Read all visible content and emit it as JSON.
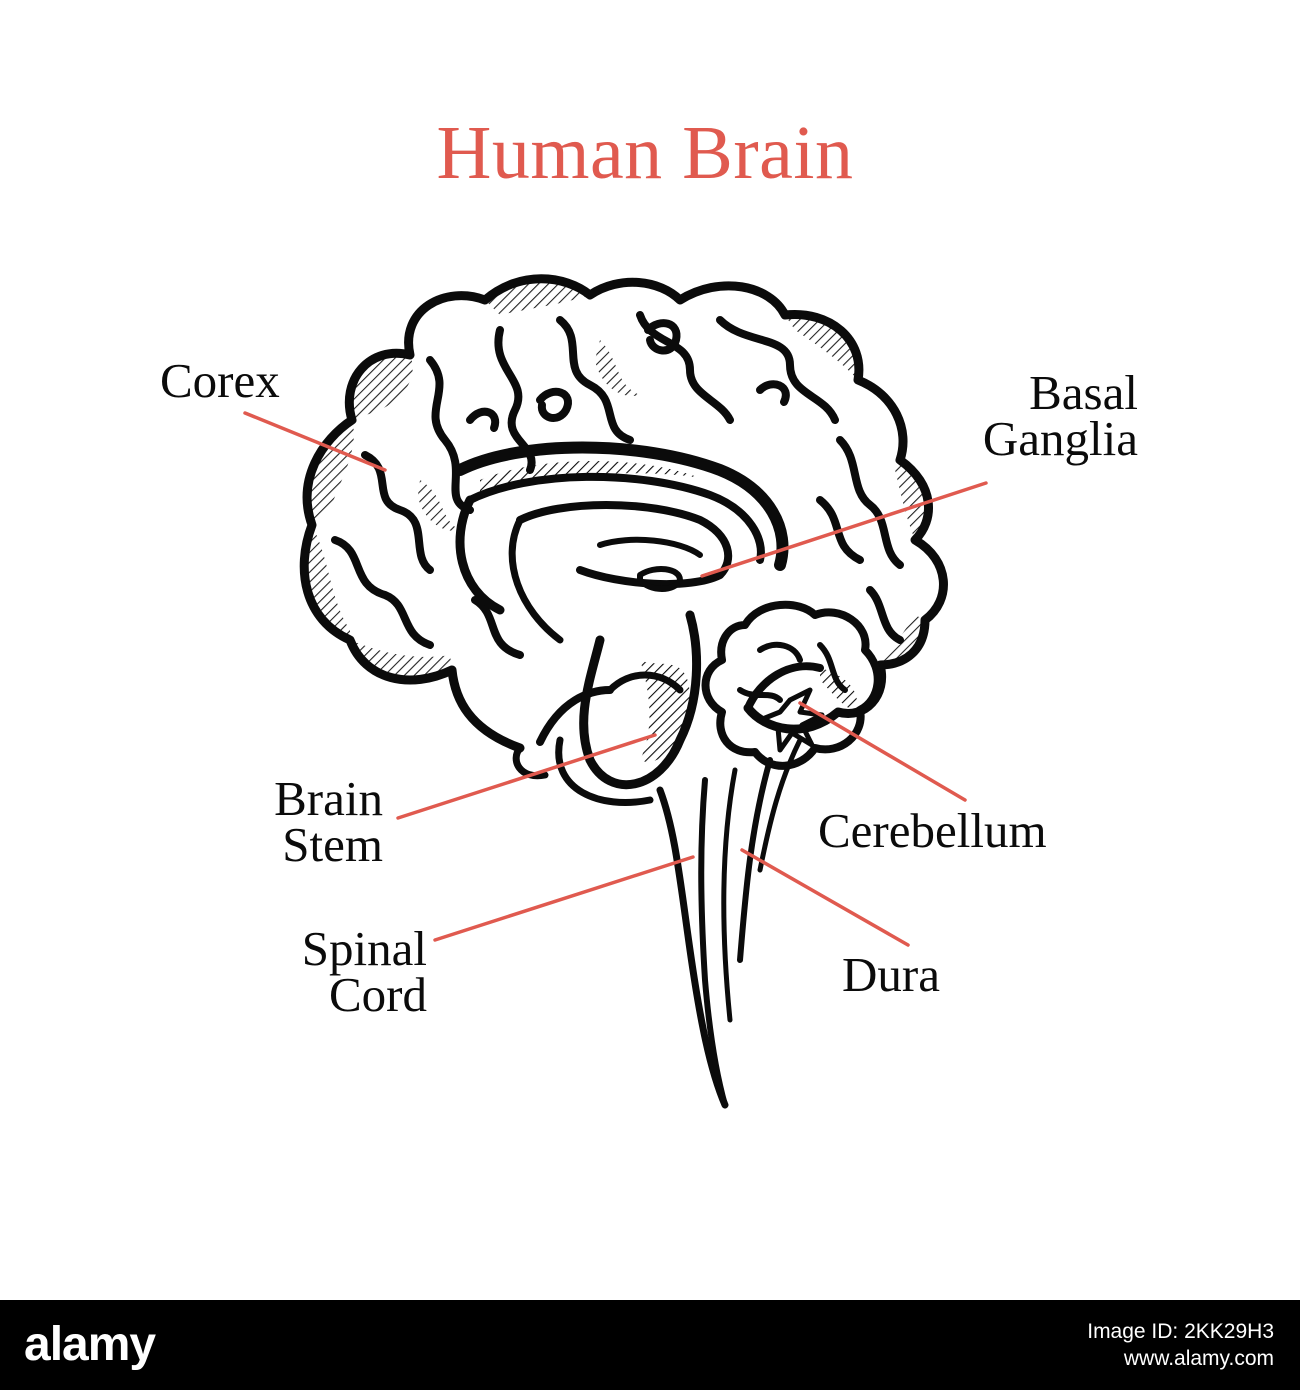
{
  "title": "Human Brain",
  "labels": {
    "cortex": "Corex",
    "basal_ganglia_line1": "Basal",
    "basal_ganglia_line2": "Ganglia",
    "brain_stem_line1": "Brain",
    "brain_stem_line2": "Stem",
    "cerebellum": "Cerebellum",
    "spinal_cord_line1": "Spinal",
    "spinal_cord_line2": "Cord",
    "dura": "Dura"
  },
  "colors": {
    "title": "#e05a4f",
    "leader_lines": "#e05a4f",
    "ink": "#0b0b0b",
    "background": "#ffffff",
    "footer": "#000000"
  },
  "footer": {
    "logo": "alamy",
    "image_id_line": "Image ID: 2KK29H3",
    "site": "www.alamy.com"
  }
}
